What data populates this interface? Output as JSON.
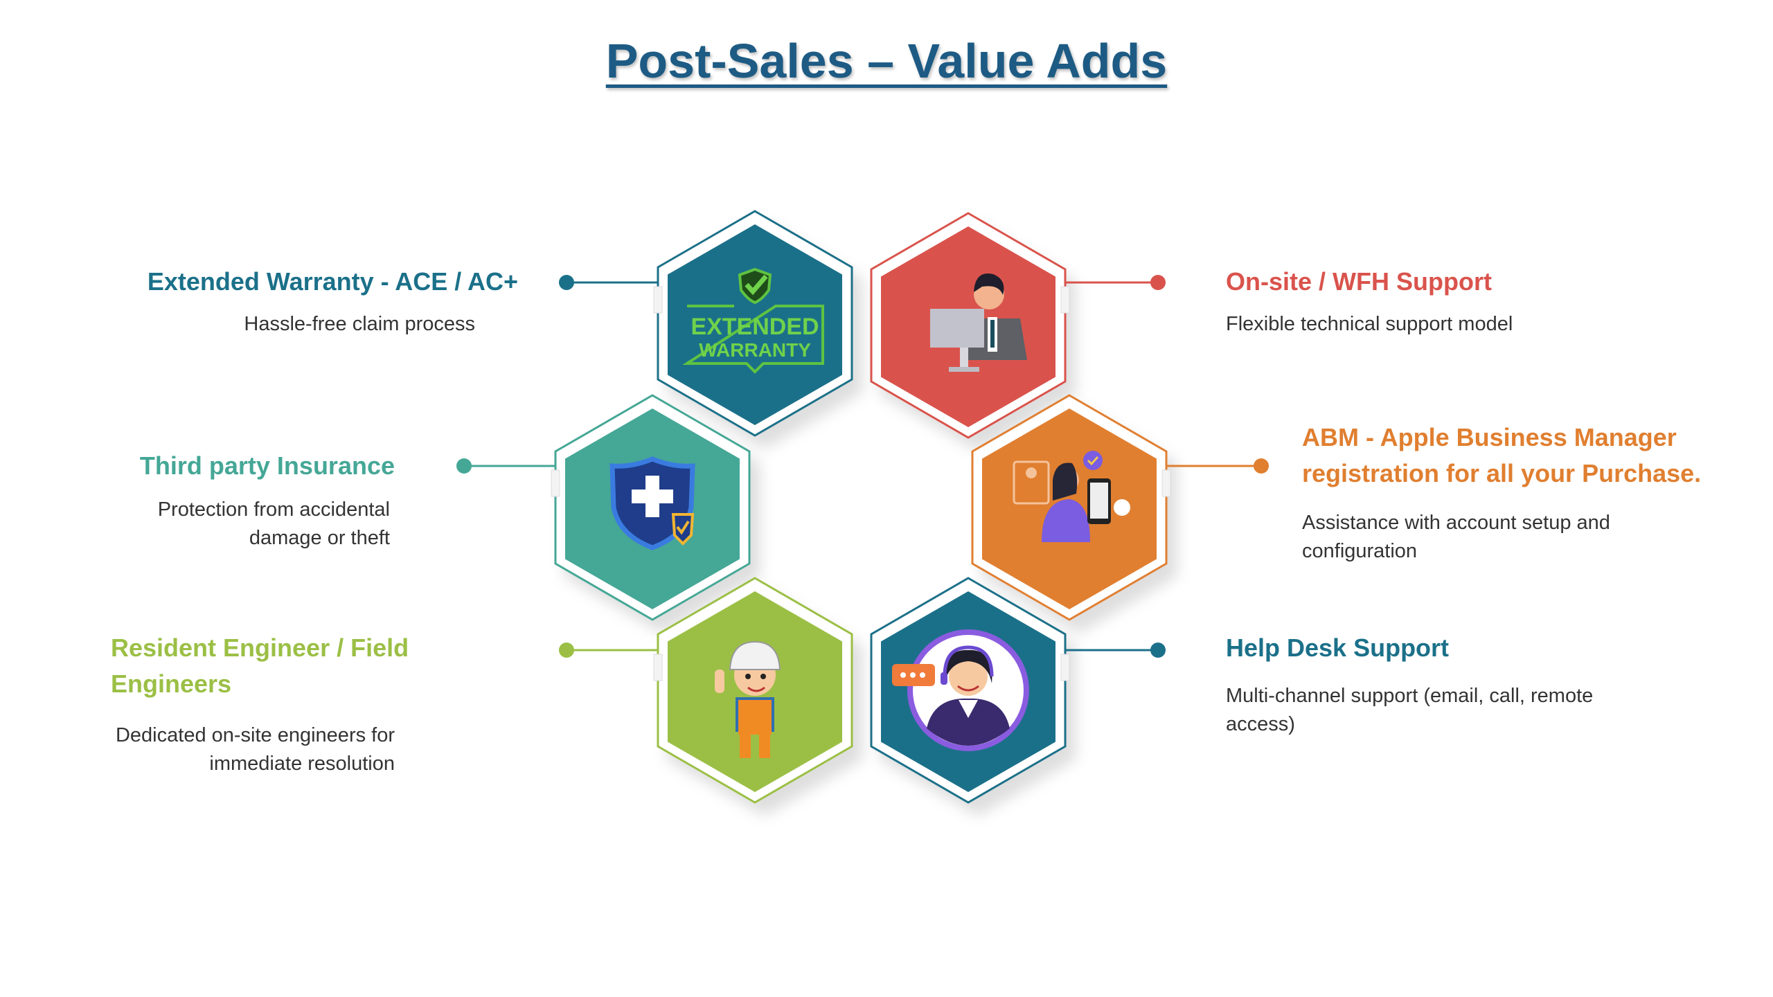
{
  "title": "Post-Sales – Value Adds",
  "colors": {
    "title": "#1d5b84",
    "warranty": "#1b7089",
    "onsite": "#d9534c",
    "insurance": "#45a796",
    "abm": "#e07f30",
    "engineer": "#9bbf45",
    "helpdesk": "#1b7089"
  },
  "items": [
    {
      "heading": "Extended Warranty - ACE / AC+",
      "desc_lines": [
        "Hassle-free claim process"
      ],
      "icon": "extended-warranty-badge-icon"
    },
    {
      "heading": "On-site / WFH Support",
      "desc_lines": [
        "Flexible technical support model"
      ],
      "icon": "support-agent-computer-icon"
    },
    {
      "heading": "Third party Insurance",
      "desc_lines": [
        "Protection from accidental",
        "damage or theft"
      ],
      "icon": "shield-plus-icon"
    },
    {
      "heading_lines": [
        "ABM - Apple Business Manager",
        "registration for all your Purchase."
      ],
      "desc_lines": [
        "Assistance with account setup and",
        "configuration"
      ],
      "icon": "phone-registration-icon"
    },
    {
      "heading_lines": [
        "Resident Engineer / Field",
        "Engineers"
      ],
      "desc_lines": [
        "Dedicated on-site engineers for",
        "immediate resolution"
      ],
      "icon": "engineer-icon"
    },
    {
      "heading": "Help Desk Support",
      "desc_lines": [
        "Multi-channel support (email, call, remote",
        "access)"
      ],
      "icon": "helpdesk-headset-icon"
    }
  ],
  "badge": {
    "line1": "EXTENDED",
    "line2": "WARRANTY"
  }
}
